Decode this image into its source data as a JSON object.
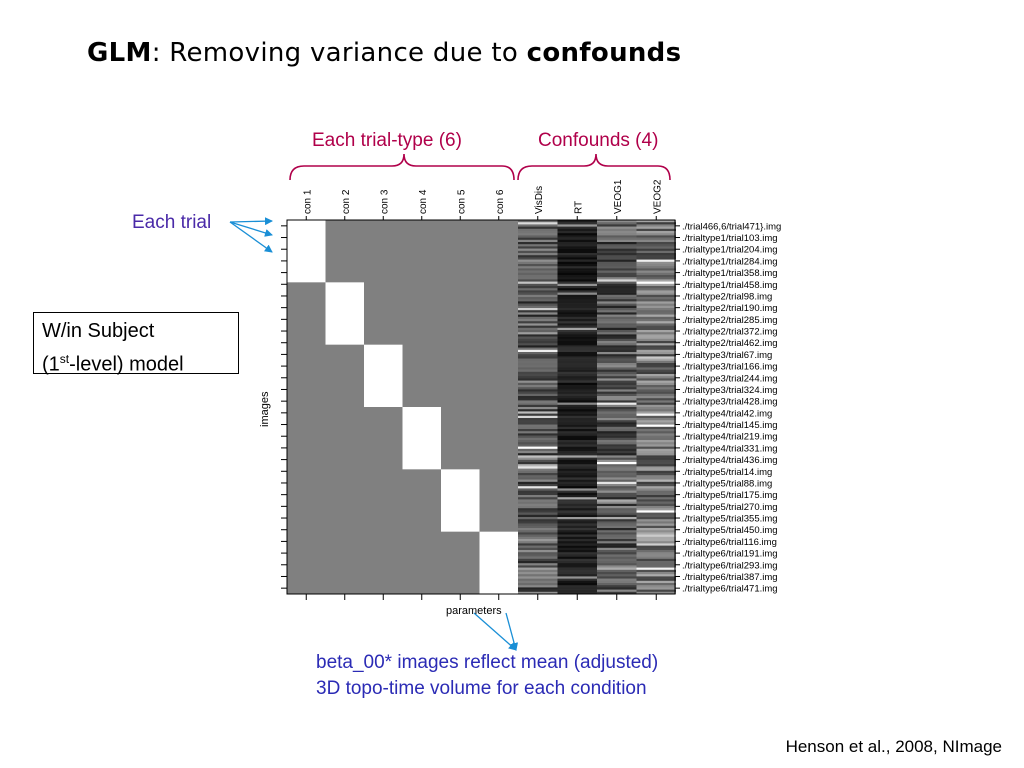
{
  "slide": {
    "title_bold1": "GLM",
    "title_mid": ": Removing variance due to ",
    "title_bold2": "confounds",
    "label_trialtypes": "Each trial-type (6)",
    "label_confounds": "Confounds (4)",
    "label_each_trial": "Each trial",
    "box_line1": "W/in Subject",
    "box_line2_pre": "(1",
    "box_line2_sup": "st",
    "box_line2_post": "-level) model",
    "note_line1": "beta_00* images reflect mean (adjusted)",
    "note_line2": "3D topo-time volume for each condition",
    "citation": "Henson et al., 2008, NImage"
  },
  "design_matrix": {
    "columns": [
      "con 1",
      "con 2",
      "con 3",
      "con 4",
      "con 5",
      "con 6",
      "VisDis",
      "RT",
      "VEOG1",
      "VEOG2"
    ],
    "row_label_axis": "images",
    "column_axis": "parameters",
    "rows": [
      "./trial466,6/trial471}.img",
      "./trialtype1/trial103.img",
      "./trialtype1/trial204.img",
      "./trialtype1/trial284.img",
      "./trialtype1/trial358.img",
      "./trialtype1/trial458.img",
      "./trialtype2/trial98.img",
      "./trialtype2/trial190.img",
      "./trialtype2/trial285.img",
      "./trialtype2/trial372.img",
      "./trialtype2/trial462.img",
      "./trialtype3/trial67.img",
      "./trialtype3/trial166.img",
      "./trialtype3/trial244.img",
      "./trialtype3/trial324.img",
      "./trialtype3/trial428.img",
      "./trialtype4/trial42.img",
      "./trialtype4/trial145.img",
      "./trialtype4/trial219.img",
      "./trialtype4/trial331.img",
      "./trialtype4/trial436.img",
      "./trialtype5/trial14.img",
      "./trialtype5/trial88.img",
      "./trialtype5/trial175.img",
      "./trialtype5/trial270.img",
      "./trialtype5/trial355.img",
      "./trialtype5/trial450.img",
      "./trialtype6/trial116.img",
      "./trialtype6/trial191.img",
      "./trialtype6/trial293.img",
      "./trialtype6/trial387.img",
      "./trialtype6/trial471.img"
    ],
    "colors": {
      "gray": "#808080",
      "white": "#ffffff",
      "label_red": "#b0004a",
      "arrow_blue": "#1a8fd6"
    }
  }
}
